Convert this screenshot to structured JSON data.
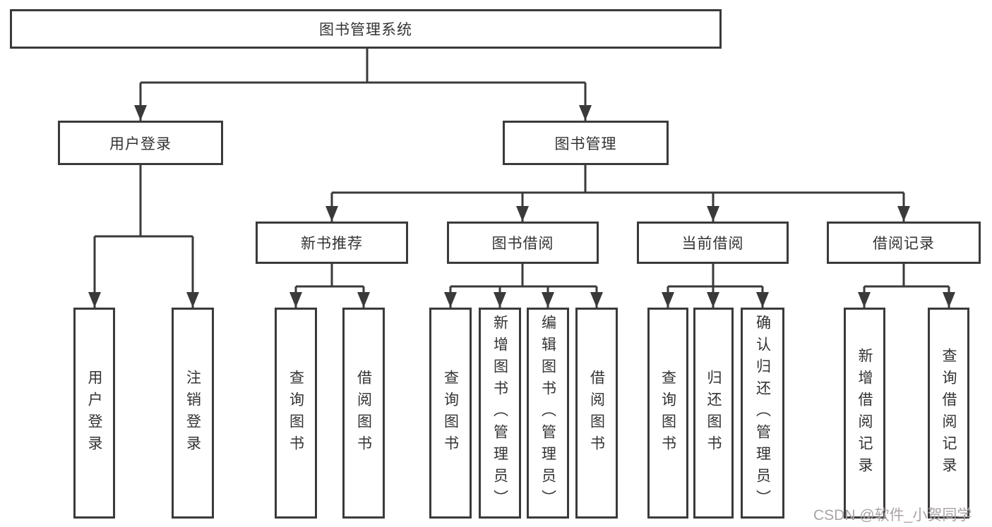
{
  "diagram": {
    "root": {
      "label": "图书管理系统"
    },
    "branches": [
      {
        "label": "用户登录",
        "children": [
          {
            "label": "用户登录"
          },
          {
            "label": "注销登录"
          }
        ]
      },
      {
        "label": "图书管理",
        "children": [
          {
            "label": "新书推荐",
            "children": [
              {
                "label": "查询图书"
              },
              {
                "label": "借阅图书"
              }
            ]
          },
          {
            "label": "图书借阅",
            "children": [
              {
                "label": "查询图书"
              },
              {
                "label": "新增图书（管理员）"
              },
              {
                "label": "编辑图书（管理员）"
              },
              {
                "label": "借阅图书"
              }
            ]
          },
          {
            "label": "当前借阅",
            "children": [
              {
                "label": "查询图书"
              },
              {
                "label": "归还图书"
              },
              {
                "label": "确认归还（管理员）"
              }
            ]
          },
          {
            "label": "借阅记录",
            "children": [
              {
                "label": "新增借阅记录"
              },
              {
                "label": "查询借阅记录"
              }
            ]
          }
        ]
      }
    ],
    "watermark": "CSDN @软件_小贺同学"
  },
  "colors": {
    "bg": "#ffffff",
    "line": "#3a3a3a",
    "box-fill": "#ffffff",
    "text": "#333333",
    "watermark": "#aba4a4"
  }
}
